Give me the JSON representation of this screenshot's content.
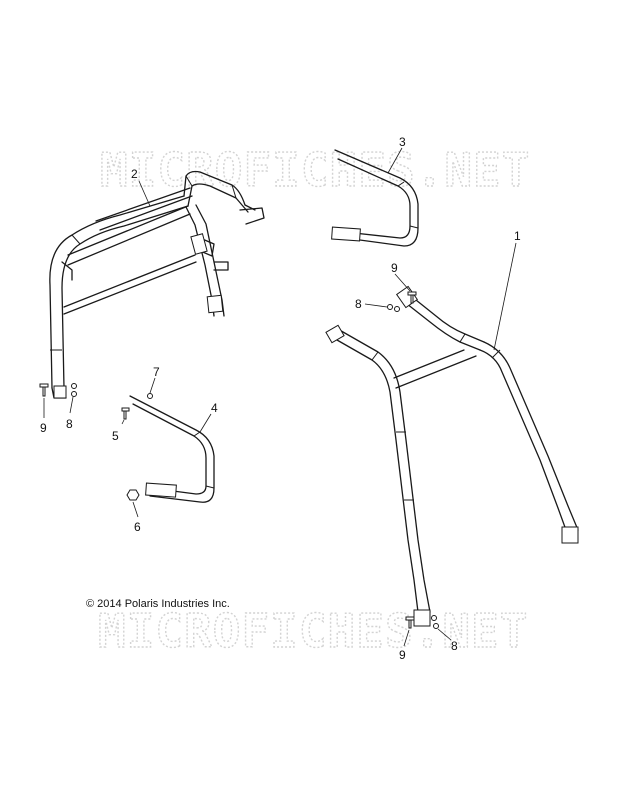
{
  "watermark": {
    "text_top": "MICROFICHES.NET",
    "text_bottom": "MICROFICHES.NET"
  },
  "copyright": "© 2014 Polaris Industries Inc.",
  "callouts": {
    "part_1": "1",
    "part_2": "2",
    "part_3": "3",
    "part_4": "4",
    "part_5": "5",
    "part_6": "6",
    "part_7": "7",
    "part_8_left": "8",
    "part_9_left": "9",
    "part_8_top": "8",
    "part_9_top": "9",
    "part_8_bottom": "8",
    "part_9_bottom": "9"
  }
}
